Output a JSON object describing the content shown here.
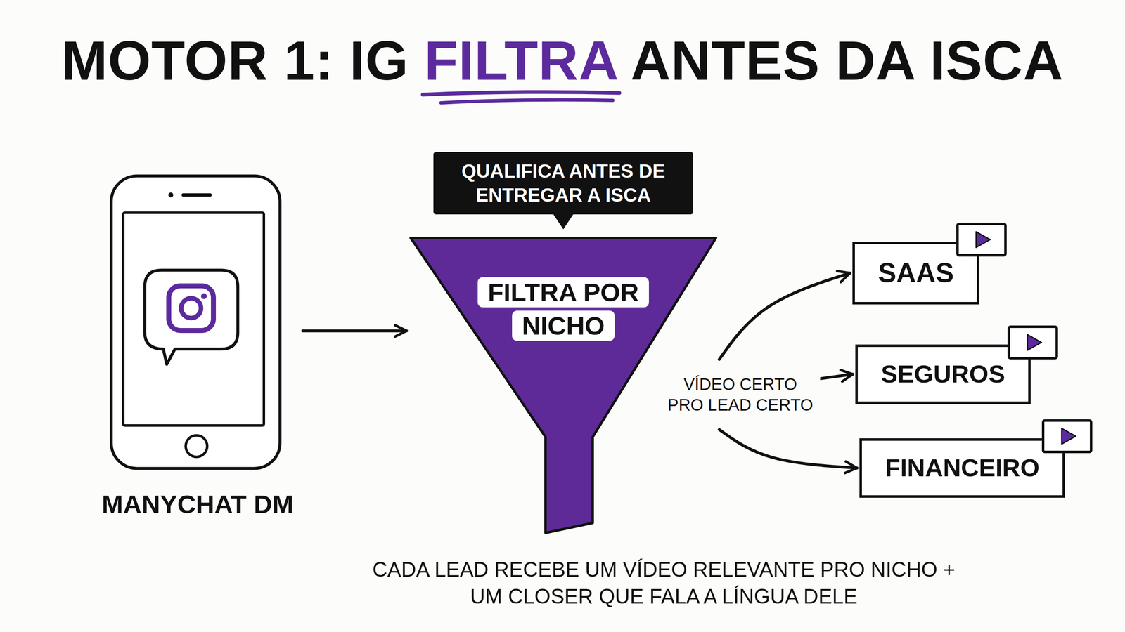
{
  "diagram": {
    "title": "MOTOR 1: IG FILTRA ANTES DA ISCA",
    "caption": "CADA LEAD RECEBE UM VÍDEO RELEVANTE PRO NICHO + UM CLOSER QUE FALA A LÍNGUA DELE",
    "nodes": [
      {
        "text": [
          "MANYCHAT DM"
        ]
      },
      {
        "text": [
          "QUALIFICA ANTES DE ENTREGAR A ISCA"
        ]
      },
      {
        "text": [
          "FILTRA POR NICHO"
        ]
      },
      {
        "text": [
          "SAAS"
        ]
      },
      {
        "text": [
          "SEGUROS"
        ]
      },
      {
        "text": [
          "FINANCEIRO"
        ]
      }
    ],
    "edges": [
      {
        "from": 0,
        "to": 2,
        "arrow": "to"
      },
      {
        "from": 2,
        "to": 3,
        "arrow": "to"
      },
      {
        "from": 2,
        "to": 4,
        "arrow": "to",
        "label": "VÍDEO CERTO PRO LEAD CERTO"
      },
      {
        "from": 2,
        "to": 5,
        "arrow": "to"
      }
    ]
  }
}
